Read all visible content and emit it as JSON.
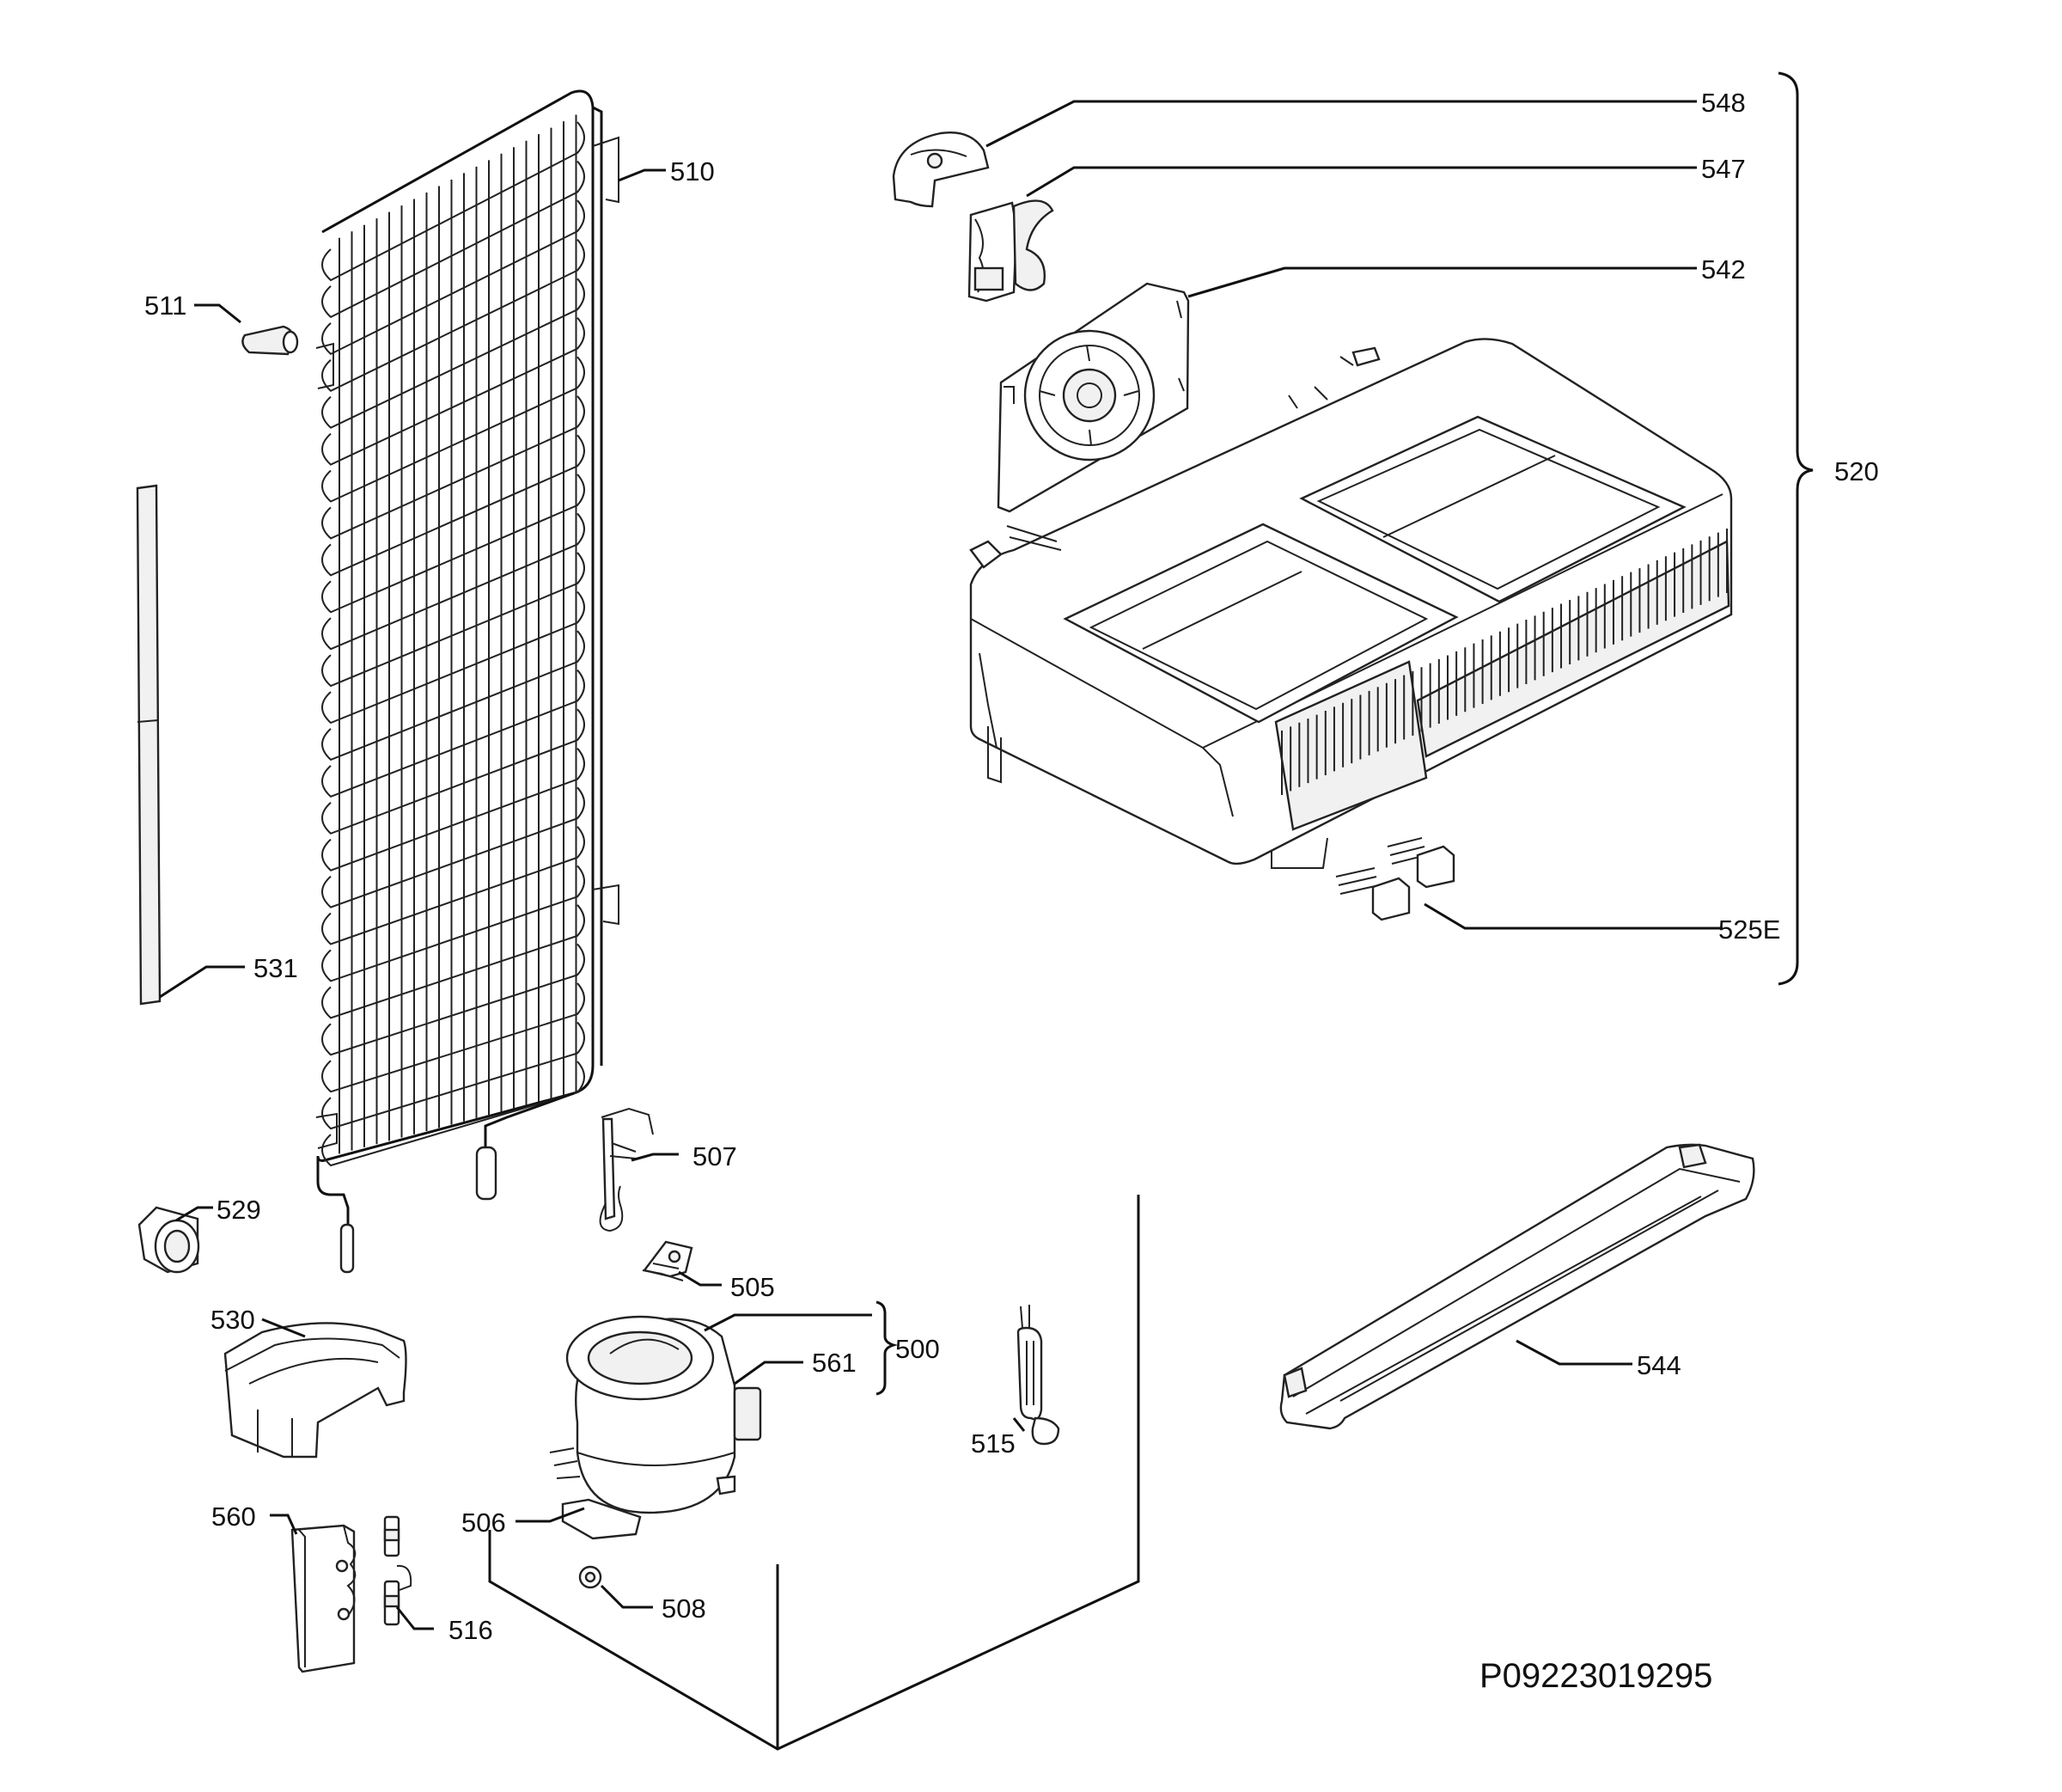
{
  "diagram": {
    "drawing_code": "P09223019295",
    "labels": {
      "p500": "500",
      "p505": "505",
      "p506": "506",
      "p507": "507",
      "p508": "508",
      "p510": "510",
      "p511": "511",
      "p515": "515",
      "p516": "516",
      "p520": "520",
      "p525e": "525E",
      "p529": "529",
      "p530": "530",
      "p531": "531",
      "p542": "542",
      "p544": "544",
      "p547": "547",
      "p548": "548",
      "p560": "560",
      "p561": "561"
    }
  }
}
